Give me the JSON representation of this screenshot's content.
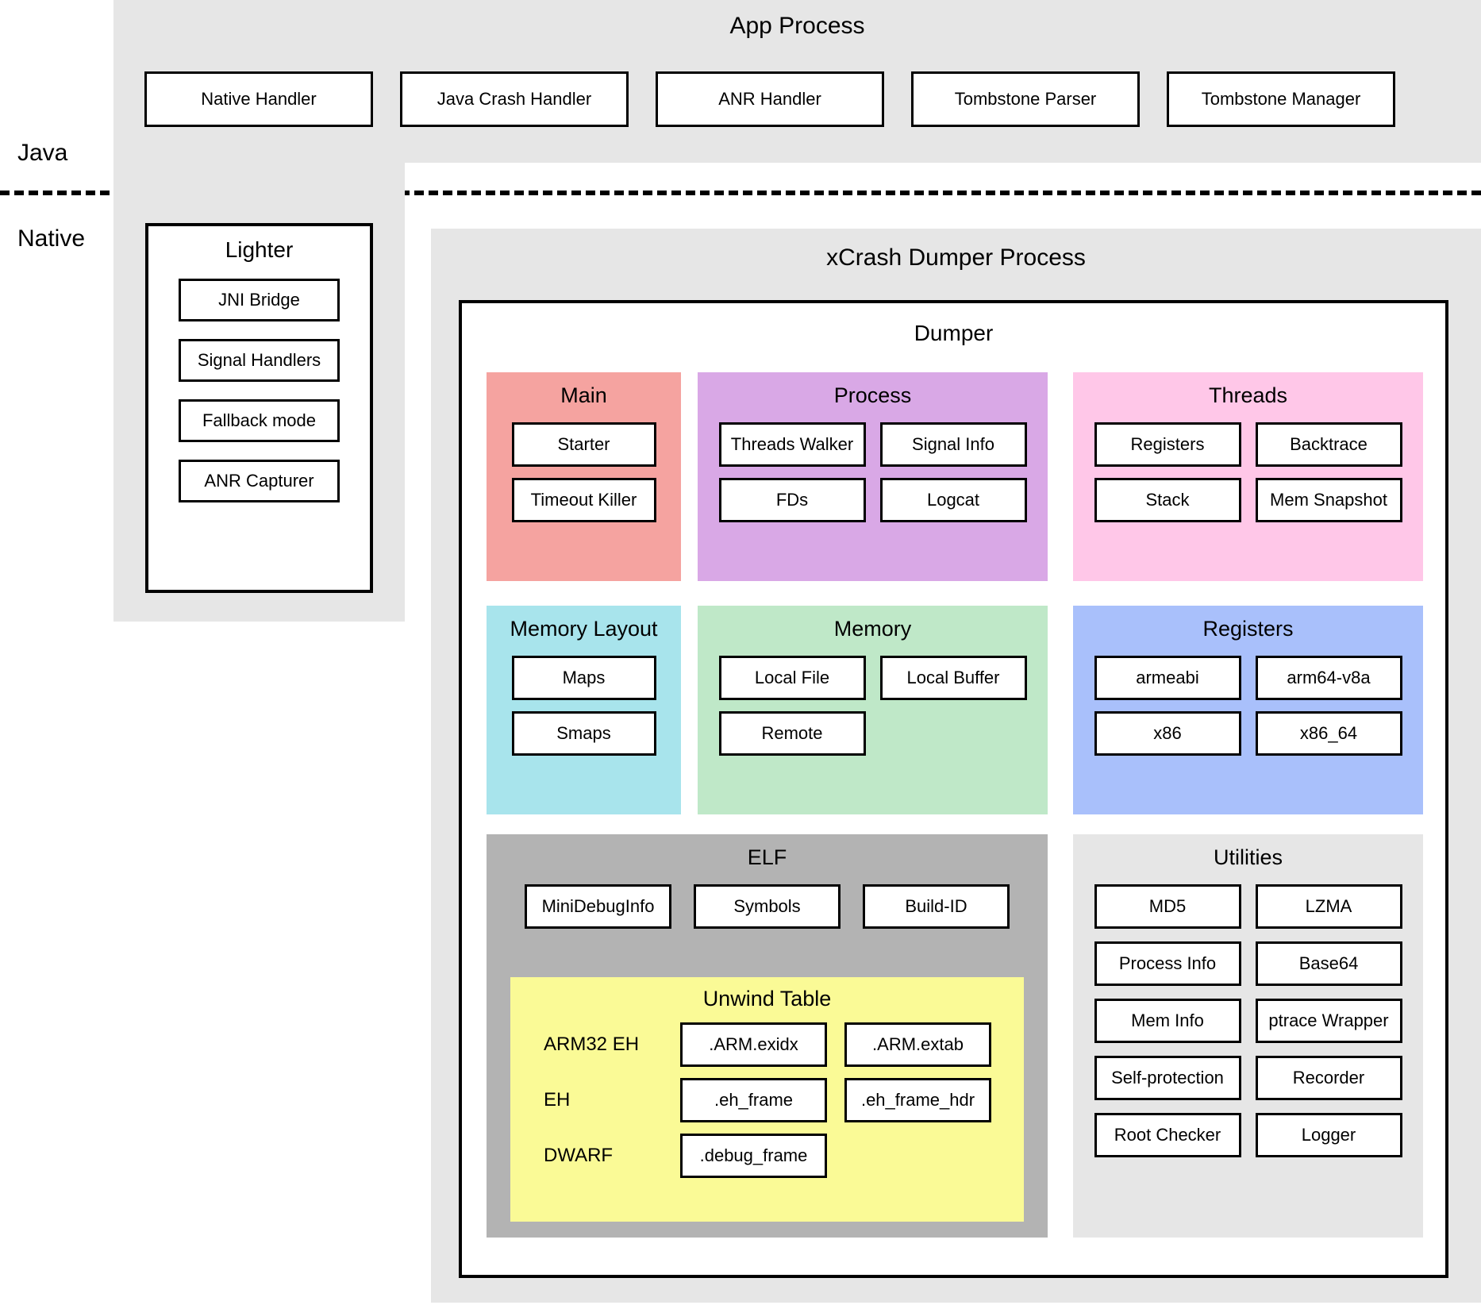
{
  "axis_labels": {
    "java": "Java",
    "native": "Native"
  },
  "app_process": {
    "title": "App Process",
    "handlers": [
      "Native Handler",
      "Java Crash Handler",
      "ANR Handler",
      "Tombstone Parser",
      "Tombstone Manager"
    ]
  },
  "lighter": {
    "title": "Lighter",
    "items": [
      "JNI Bridge",
      "Signal Handlers",
      "Fallback mode",
      "ANR Capturer"
    ]
  },
  "xcrash": {
    "title": "xCrash Dumper Process",
    "dumper_title": "Dumper",
    "groups": {
      "main": {
        "title": "Main",
        "color": "#f5a3a0",
        "items": [
          "Starter",
          "Timeout Killer"
        ]
      },
      "process": {
        "title": "Process",
        "color": "#d9a8e6",
        "items": [
          "Threads Walker",
          "Signal Info",
          "FDs",
          "Logcat"
        ]
      },
      "threads": {
        "title": "Threads",
        "color": "#ffc7e8",
        "items": [
          "Registers",
          "Backtrace",
          "Stack",
          "Mem Snapshot"
        ]
      },
      "memory_layout": {
        "title": "Memory Layout",
        "color": "#a8e4ec",
        "items": [
          "Maps",
          "Smaps"
        ]
      },
      "memory": {
        "title": "Memory",
        "color": "#bfe8c8",
        "items": [
          "Local File",
          "Local Buffer",
          "Remote"
        ]
      },
      "registers": {
        "title": "Registers",
        "color": "#a9c0fb",
        "items": [
          "armeabi",
          "arm64-v8a",
          "x86",
          "x86_64"
        ]
      },
      "elf": {
        "title": "ELF",
        "color": "#b3b3b3",
        "items": [
          "MiniDebugInfo",
          "Symbols",
          "Build-ID"
        ],
        "unwind": {
          "title": "Unwind Table",
          "color": "#fafa96",
          "rows": [
            {
              "label": "ARM32 EH",
              "items": [
                ".ARM.exidx",
                ".ARM.extab"
              ]
            },
            {
              "label": "EH",
              "items": [
                ".eh_frame",
                ".eh_frame_hdr"
              ]
            },
            {
              "label": "DWARF",
              "items": [
                ".debug_frame"
              ]
            }
          ]
        }
      },
      "utilities": {
        "title": "Utilities",
        "color": "#e6e6e6",
        "items": [
          "MD5",
          "LZMA",
          "Process Info",
          "Base64",
          "Mem Info",
          "ptrace Wrapper",
          "Self-protection",
          "Recorder",
          "Root Checker",
          "Logger"
        ]
      }
    }
  }
}
